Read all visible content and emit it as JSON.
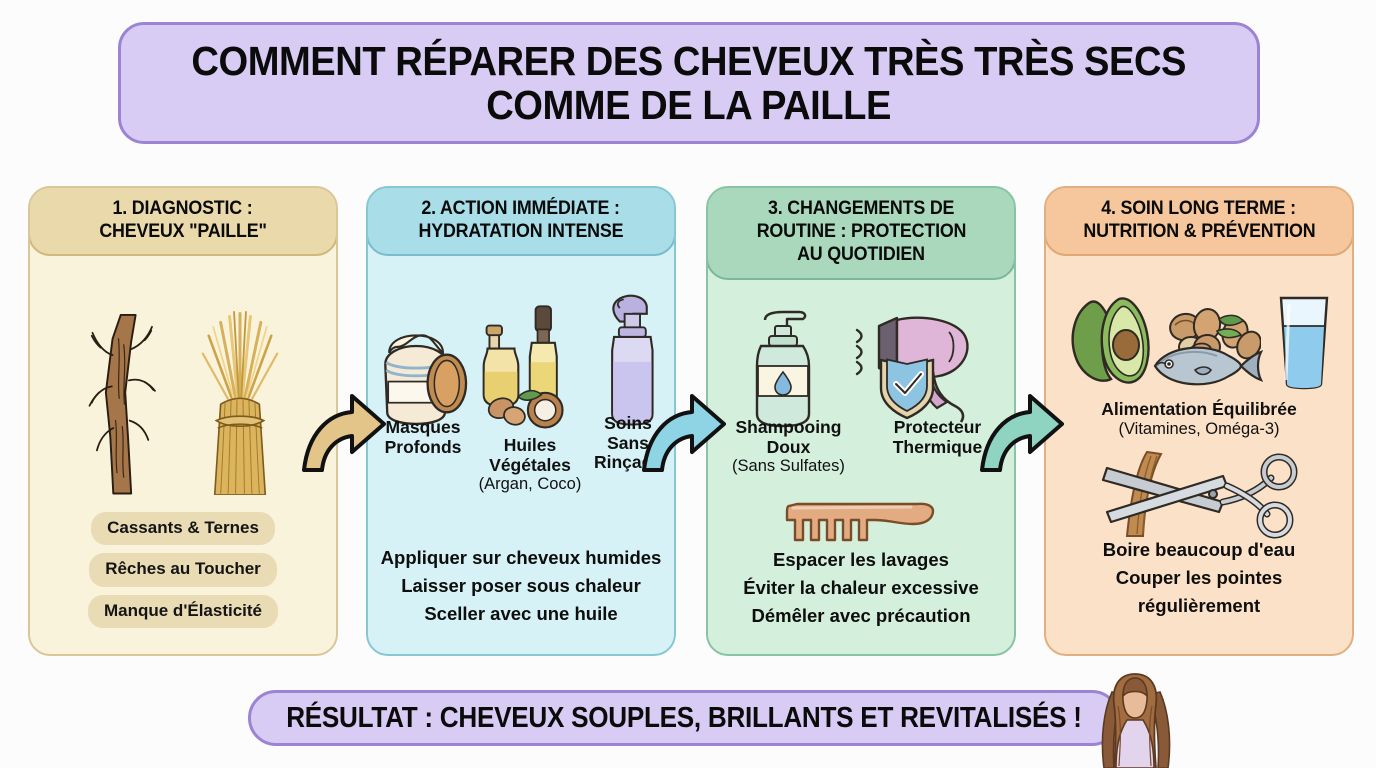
{
  "title": {
    "line1": "COMMENT RÉPARER DES CHEVEUX TRÈS TRÈS SECS",
    "line2": "COMME DE LA PAILLE"
  },
  "colors": {
    "banner_bg": "#d8ccf5",
    "banner_border": "#9b84d4",
    "panel1_bg": "#faf3dc",
    "panel1_head": "#e9d9ab",
    "panel2_bg": "#d6f2f6",
    "panel2_head": "#a9dee8",
    "panel3_bg": "#d4efdc",
    "panel3_head": "#a9d8bc",
    "panel4_bg": "#fbe1c7",
    "panel4_head": "#f6c79c",
    "arrow1": "#e3c489",
    "arrow2": "#8ed4e4",
    "arrow3": "#8fd4c0",
    "text": "#0b0b0b"
  },
  "panels": [
    {
      "id": "diagnostic",
      "header_lines": [
        "1. DIAGNOSTIC :",
        "CHEVEUX \"PAILLE\""
      ],
      "icons": [
        "dry-branch-icon",
        "straw-bundle-icon"
      ],
      "pills": [
        "Cassants & Ternes",
        "Rêches au Toucher",
        "Manque d'Élasticité"
      ],
      "labels": [],
      "tips": []
    },
    {
      "id": "action-immediate",
      "header_lines": [
        "2. ACTION IMMÉDIATE :",
        "HYDRATATION INTENSE"
      ],
      "icons": [
        "cream-jar-icon",
        "oil-bottles-icon",
        "spray-bottle-icon"
      ],
      "pills": [],
      "labels": [
        {
          "main": "Masques\nProfonds",
          "sub": ""
        },
        {
          "main": "Huiles\nVégétales",
          "sub": "(Argan, Coco)"
        },
        {
          "main": "Soins\nSans\nRinçage",
          "sub": ""
        }
      ],
      "tips": [
        "Appliquer sur cheveux humides",
        "Laisser poser sous chaleur",
        "Sceller avec une huile"
      ]
    },
    {
      "id": "changements-routine",
      "header_lines": [
        "3. CHANGEMENTS DE",
        "ROUTINE : PROTECTION",
        "AU QUOTIDIEN"
      ],
      "icons": [
        "pump-bottle-icon",
        "hairdryer-shield-icon",
        "wide-tooth-comb-icon"
      ],
      "pills": [],
      "labels": [
        {
          "main": "Shampooing\nDoux",
          "sub": "(Sans Sulfates)"
        },
        {
          "main": "Protecteur\nThermique",
          "sub": ""
        }
      ],
      "tips": [
        "Espacer les lavages",
        "Éviter la chaleur excessive",
        "Démêler avec précaution"
      ]
    },
    {
      "id": "soin-long-terme",
      "header_lines": [
        "4. SOIN LONG TERME :",
        "NUTRITION & PRÉVENTION"
      ],
      "icons": [
        "avocado-icon",
        "nuts-icon",
        "fish-icon",
        "water-glass-icon",
        "scissors-hair-icon"
      ],
      "pills": [],
      "labels": [
        {
          "main": "Alimentation Équilibrée",
          "sub": "(Vitamines, Oméga-3)"
        }
      ],
      "tips": [
        "Boire beaucoup d'eau",
        "Couper les pointes",
        "régulièrement"
      ]
    }
  ],
  "arrows": [
    {
      "name": "arrow-1",
      "from": "diagnostic",
      "to": "action-immediate"
    },
    {
      "name": "arrow-2",
      "from": "action-immediate",
      "to": "changements-routine"
    },
    {
      "name": "arrow-3",
      "from": "changements-routine",
      "to": "soin-long-terme"
    }
  ],
  "footer": {
    "text": "RÉSULTAT : CHEVEUX SOUPLES, BRILLANTS ET REVITALISÉS !",
    "illustration": "woman-with-wavy-hair-icon"
  }
}
